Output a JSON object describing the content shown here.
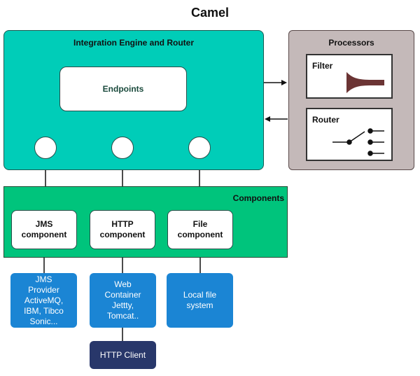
{
  "title": "Camel",
  "engine": {
    "title": "Integration Engine and Router",
    "endpoints_label": "Endpoints"
  },
  "processors": {
    "title": "Processors",
    "filter_label": "Filter",
    "router_label": "Router"
  },
  "components": {
    "title": "Components",
    "items": [
      {
        "line1": "JMS",
        "line2": "component"
      },
      {
        "line1": "HTTP",
        "line2": "component"
      },
      {
        "line1": "File",
        "line2": "component"
      }
    ]
  },
  "externals": [
    {
      "lines": [
        "JMS",
        "Provider",
        "ActiveMQ,",
        "IBM, Tibco",
        "Sonic..."
      ]
    },
    {
      "lines": [
        "Web",
        "Container",
        "Jettty,",
        "Tomcat.."
      ]
    },
    {
      "lines": [
        "Local file",
        "system"
      ]
    }
  ],
  "client": {
    "label": "HTTP Client"
  },
  "colors": {
    "engine": "#00cdb8",
    "components": "#00c47c",
    "processors": "#c4b9b9",
    "external": "#1b85d4",
    "client": "#28376a"
  }
}
